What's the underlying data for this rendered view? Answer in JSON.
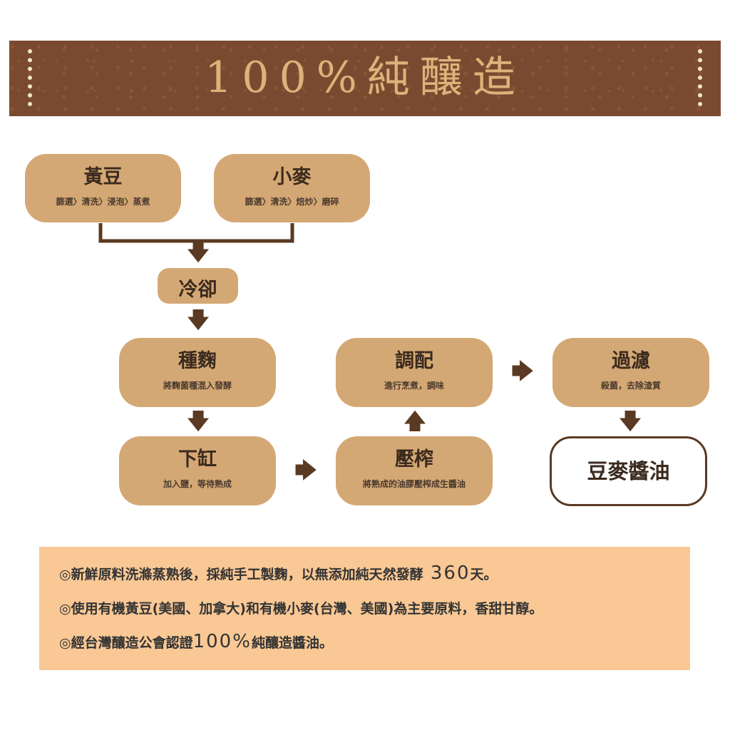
{
  "banner": {
    "title": "100%純釀造"
  },
  "flow": {
    "soybean": {
      "title": "黃豆",
      "steps": "篩選〉清洗〉浸泡〉蒸煮"
    },
    "wheat": {
      "title": "小麥",
      "steps": "篩選〉清洗〉焙炒〉磨碎"
    },
    "cooling": {
      "title": "冷卻"
    },
    "koji": {
      "title": "種麴",
      "desc": "將麴菌種混入發酵"
    },
    "vat": {
      "title": "下缸",
      "desc": "加入鹽，等待熟成"
    },
    "press": {
      "title": "壓榨",
      "desc": "將熟成的油膠壓榨成生醬油"
    },
    "blend": {
      "title": "調配",
      "desc": "進行烹煮，調味"
    },
    "filter": {
      "title": "過濾",
      "desc": "殺菌，去除渣質"
    },
    "final": {
      "title": "豆麥醬油"
    }
  },
  "notes": {
    "line1_pre": "◎新鮮原料洗滌蒸熟後，採純手工製麴，以無添加純天然發酵",
    "line1_num": " 360",
    "line1_post": "天。",
    "line2": "◎使用有機黃豆(美國、加拿大)和有機小麥(台灣、美國)為主要原料，香甜甘醇。",
    "line3_pre": "◎經台灣釀造公會認證",
    "line3_num": "100%",
    "line3_post": "純釀造醬油。"
  },
  "arrows": {
    "down": "🡇",
    "up": "🡅",
    "right": "🡆"
  },
  "colors": {
    "banner": "#7a4a30",
    "node": "#d4a874",
    "line": "#5a3a22",
    "notes_bg": "#f9c895"
  }
}
